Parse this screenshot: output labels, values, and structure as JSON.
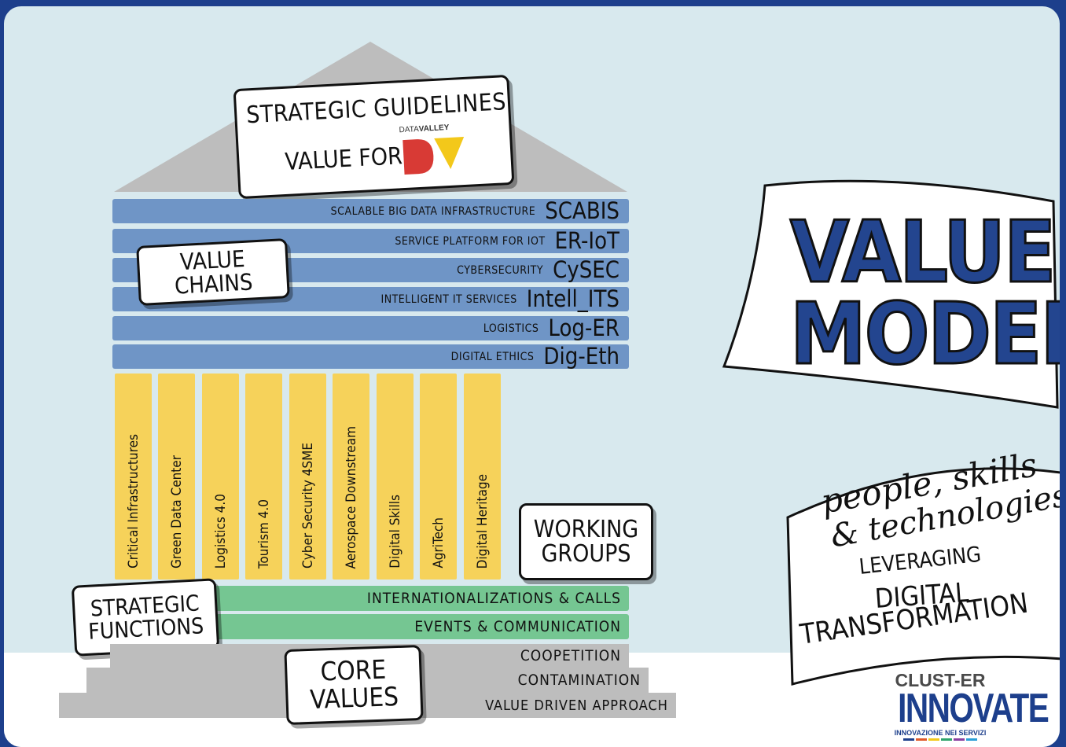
{
  "header": {
    "line1": "STRATEGIC GUIDELINES",
    "line2": "VALUE FOR",
    "brand_small_1": "DATA",
    "brand_small_2": "VALLEY"
  },
  "value_chains_label": "VALUE CHAINS",
  "value_chains": [
    {
      "desc": "SCALABLE BIG DATA INFRASTRUCTURE",
      "code": "SCABIS"
    },
    {
      "desc": "SERVICE PLATFORM FOR IOT",
      "code": "ER-IoT"
    },
    {
      "desc": "CYBERSECURITY",
      "code": "CySEC"
    },
    {
      "desc": "INTELLIGENT IT SERVICES",
      "code": "Intell_ITS"
    },
    {
      "desc": "LOGISTICS",
      "code": "Log-ER"
    },
    {
      "desc": "DIGITAL ETHICS",
      "code": "Dig-Eth"
    }
  ],
  "working_groups": [
    "Critical Infrastructures",
    "Green Data Center",
    "Logistics 4.0",
    "Tourism 4.0",
    "Cyber Security 4SME",
    "Aerospace Downstream",
    "Digital Skills",
    "AgriTech",
    "Digital Heritage"
  ],
  "working_groups_label": {
    "line1": "WORKING",
    "line2": "GROUPS"
  },
  "strategic_functions_label": {
    "line1": "STRATEGIC",
    "line2": "FUNCTIONS"
  },
  "strategic_functions": [
    "INTERNATIONALIZATIONS & CALLS",
    "EVENTS & COMMUNICATION"
  ],
  "core_values_label": {
    "line1": "CORE",
    "line2": "VALUES"
  },
  "core_values": [
    "COOPETITION",
    "CONTAMINATION",
    "VALUE DRIVEN APPROACH"
  ],
  "value_model": {
    "line1": "VALUE",
    "line2": "MODEL"
  },
  "tagline": {
    "line1": "people, skills",
    "line2": "& technologies",
    "line3": "LEVERAGING",
    "line4": "DIGITAL",
    "line5": "TRANSFORMATION"
  },
  "logo": {
    "top": "CLUST-ER",
    "main": "INNOVATE",
    "sub": "INNOVAZIONE NEI SERVIZI"
  },
  "colors": {
    "frame": "#1d3f8c",
    "background": "#d8e9ee",
    "value_chain_band": "#6f95c6",
    "working_group_column": "#f6d25a",
    "function_band": "#75c692",
    "core_step": "#bdbdbd",
    "roof": "#bdbdbd",
    "value_model_text": "#23458f",
    "brand_red": "#d83a35",
    "brand_yellow": "#f3c81a"
  }
}
